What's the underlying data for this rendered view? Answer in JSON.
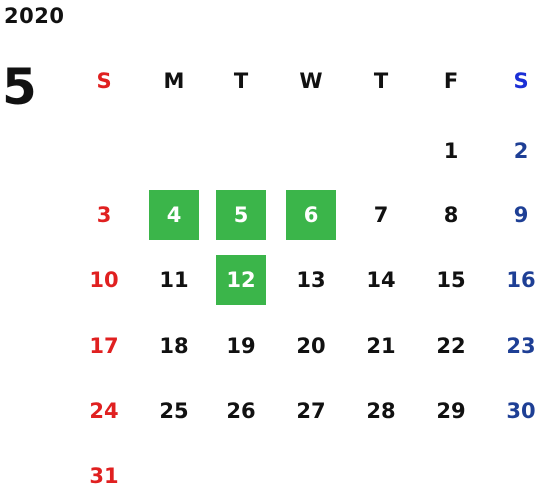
{
  "year": "2020",
  "month": "5",
  "colors": {
    "sunday": "#e02020",
    "saturday": "#1e3f95",
    "saturday_header": "#1b2fd6",
    "weekday": "#111111",
    "holiday_bg": "#3bb54a",
    "holiday_text": "#ffffff"
  },
  "weekdays": [
    "S",
    "M",
    "T",
    "W",
    "T",
    "F",
    "S"
  ],
  "weeks": [
    [
      "",
      "",
      "",
      "",
      "",
      "1",
      "2"
    ],
    [
      "3",
      "4",
      "5",
      "6",
      "7",
      "8",
      "9"
    ],
    [
      "10",
      "11",
      "12",
      "13",
      "14",
      "15",
      "16"
    ],
    [
      "17",
      "18",
      "19",
      "20",
      "21",
      "22",
      "23"
    ],
    [
      "24",
      "25",
      "26",
      "27",
      "28",
      "29",
      "30"
    ],
    [
      "31",
      "",
      "",
      "",
      "",
      "",
      ""
    ]
  ],
  "highlighted_days": [
    "4",
    "5",
    "6",
    "12"
  ]
}
